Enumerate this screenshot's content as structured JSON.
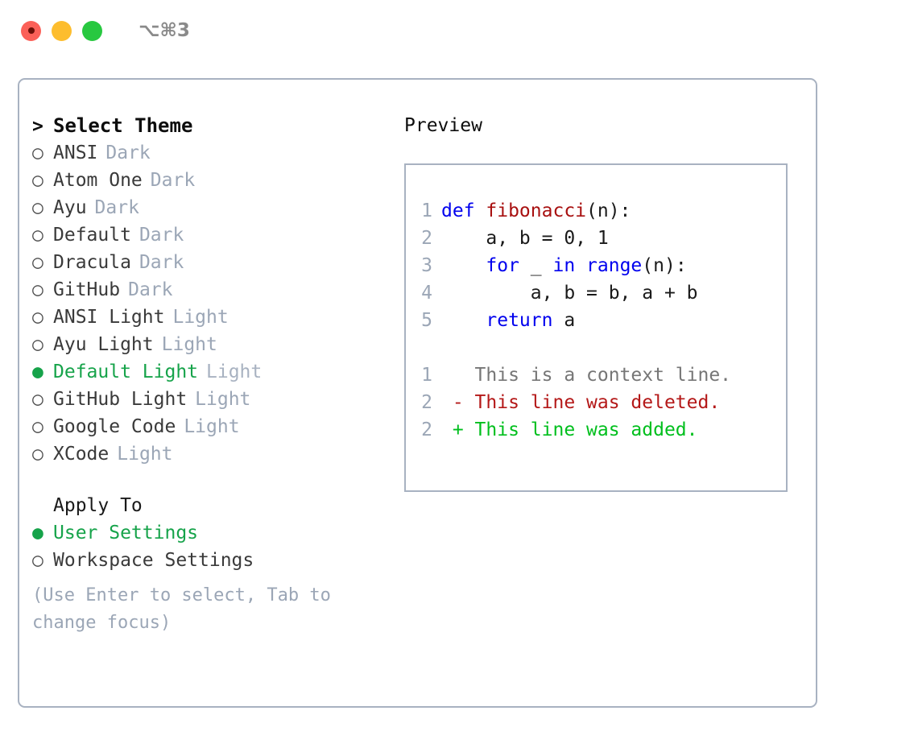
{
  "titlebar": {
    "shortcut": "⌥⌘3",
    "lights": [
      {
        "name": "close",
        "color": "#fb6058"
      },
      {
        "name": "minimize",
        "color": "#fdbd2e"
      },
      {
        "name": "maximize",
        "color": "#28c840"
      }
    ]
  },
  "theme_picker": {
    "heading": "Select Theme",
    "prompt": ">",
    "bullet_selected": "●",
    "bullet_unselected": "○",
    "items": [
      {
        "name": "ANSI",
        "mode": "Dark",
        "selected": false
      },
      {
        "name": "Atom One",
        "mode": "Dark",
        "selected": false
      },
      {
        "name": "Ayu",
        "mode": "Dark",
        "selected": false
      },
      {
        "name": "Default",
        "mode": "Dark",
        "selected": false
      },
      {
        "name": "Dracula",
        "mode": "Dark",
        "selected": false
      },
      {
        "name": "GitHub",
        "mode": "Dark",
        "selected": false
      },
      {
        "name": "ANSI Light",
        "mode": "Light",
        "selected": false
      },
      {
        "name": "Ayu Light",
        "mode": "Light",
        "selected": false
      },
      {
        "name": "Default Light",
        "mode": "Light",
        "selected": true
      },
      {
        "name": "GitHub Light",
        "mode": "Light",
        "selected": false
      },
      {
        "name": "Google Code",
        "mode": "Light",
        "selected": false
      },
      {
        "name": "XCode",
        "mode": "Light",
        "selected": false
      }
    ]
  },
  "apply_to": {
    "label": "Apply To",
    "options": [
      {
        "name": "User Settings",
        "selected": true
      },
      {
        "name": "Workspace Settings",
        "selected": false
      }
    ]
  },
  "hint": "(Use Enter to select, Tab to change focus)",
  "preview": {
    "title": "Preview",
    "code_lines": [
      {
        "num": "1",
        "tokens": [
          {
            "t": "def ",
            "k": "kw"
          },
          {
            "t": "fibonacci",
            "k": "fn"
          },
          {
            "t": "(n):",
            "k": "pl"
          }
        ]
      },
      {
        "num": "2",
        "tokens": [
          {
            "t": "    a, b = 0, 1",
            "k": "pl"
          }
        ]
      },
      {
        "num": "3",
        "tokens": [
          {
            "t": "    ",
            "k": "pl"
          },
          {
            "t": "for",
            "k": "kw"
          },
          {
            "t": " _ ",
            "k": "pl"
          },
          {
            "t": "in",
            "k": "kw"
          },
          {
            "t": " ",
            "k": "pl"
          },
          {
            "t": "range",
            "k": "kw"
          },
          {
            "t": "(n):",
            "k": "pl"
          }
        ]
      },
      {
        "num": "4",
        "tokens": [
          {
            "t": "        a, b = b, a + b",
            "k": "pl"
          }
        ]
      },
      {
        "num": "5",
        "tokens": [
          {
            "t": "    ",
            "k": "pl"
          },
          {
            "t": "return",
            "k": "kw"
          },
          {
            "t": " a",
            "k": "pl"
          }
        ]
      }
    ],
    "diff_lines": [
      {
        "num": "1",
        "tokens": [
          {
            "t": "   This is a context line.",
            "k": "ctx"
          }
        ]
      },
      {
        "num": "2",
        "tokens": [
          {
            "t": " - This line was deleted.",
            "k": "del"
          }
        ]
      },
      {
        "num": "2",
        "tokens": [
          {
            "t": " + This line was added.",
            "k": "add"
          }
        ]
      }
    ]
  },
  "colors": {
    "accent_green": "#16a34a",
    "keyword_blue": "#0000ee",
    "function_red": "#a81010",
    "diff_added": "#00bf1d",
    "diff_deleted": "#b41818",
    "muted": "#9ba6b6",
    "border": "#a8b2c1"
  }
}
